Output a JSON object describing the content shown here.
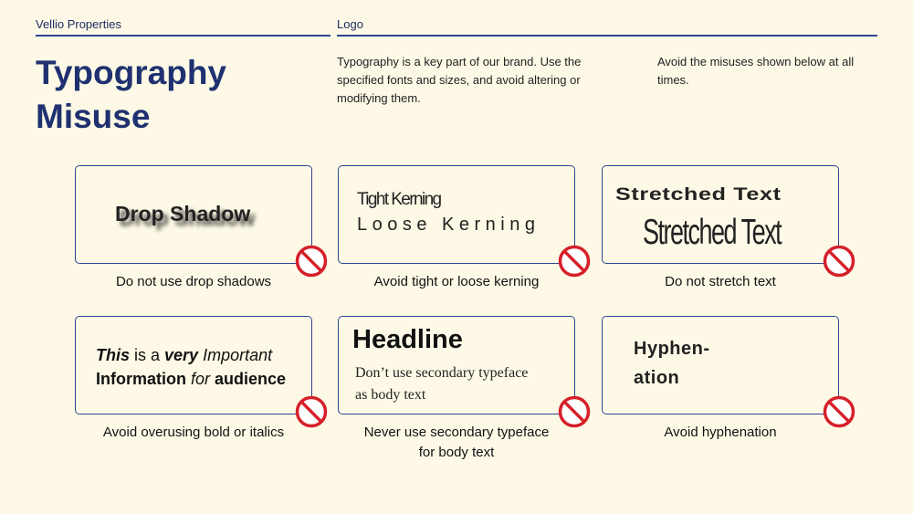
{
  "header": {
    "brand": "Vellio Properties",
    "section": "Logo"
  },
  "title": {
    "line1": "Typography",
    "line2": "Misuse"
  },
  "intro": {
    "left": [
      "Typography is a key part of our brand. Use the",
      "specified fonts and sizes, and avoid altering or",
      "modifying them."
    ],
    "right": [
      "Avoid the misuses shown below at all",
      "times."
    ]
  },
  "cards": {
    "drop_shadow": {
      "sample": "Drop Shadow",
      "caption": "Do not use drop shadows"
    },
    "kerning": {
      "sample_tight": "Tight Kerning",
      "sample_loose": "Loose Kerning",
      "caption": "Avoid tight or loose kerning"
    },
    "stretch": {
      "sample_wide": "Stretched Text",
      "sample_tall": "Stretched Text",
      "caption": "Do not stretch text"
    },
    "bold_italic": {
      "this": "This",
      "is_a": " is a ",
      "very": "very",
      "important": " Important",
      "information": "Information",
      "for": " for ",
      "audience": " audience",
      "caption": "Avoid overusing bold or italics"
    },
    "secondary": {
      "headline": "Headline",
      "body_line1": "Don’t use secondary typeface",
      "body_line2": "as body text",
      "caption_line1": "Never use secondary typeface",
      "caption_line2": "for body text"
    },
    "hyphenation": {
      "line1": "Hyphen-",
      "line2": "ation",
      "caption": "Avoid hyphenation"
    }
  },
  "colors": {
    "background": "#fdf9e6",
    "navy": "#1f3170",
    "border": "#2c4591",
    "prohibited": "#d6202a"
  },
  "icons": {
    "prohibited": "prohibited-icon"
  }
}
